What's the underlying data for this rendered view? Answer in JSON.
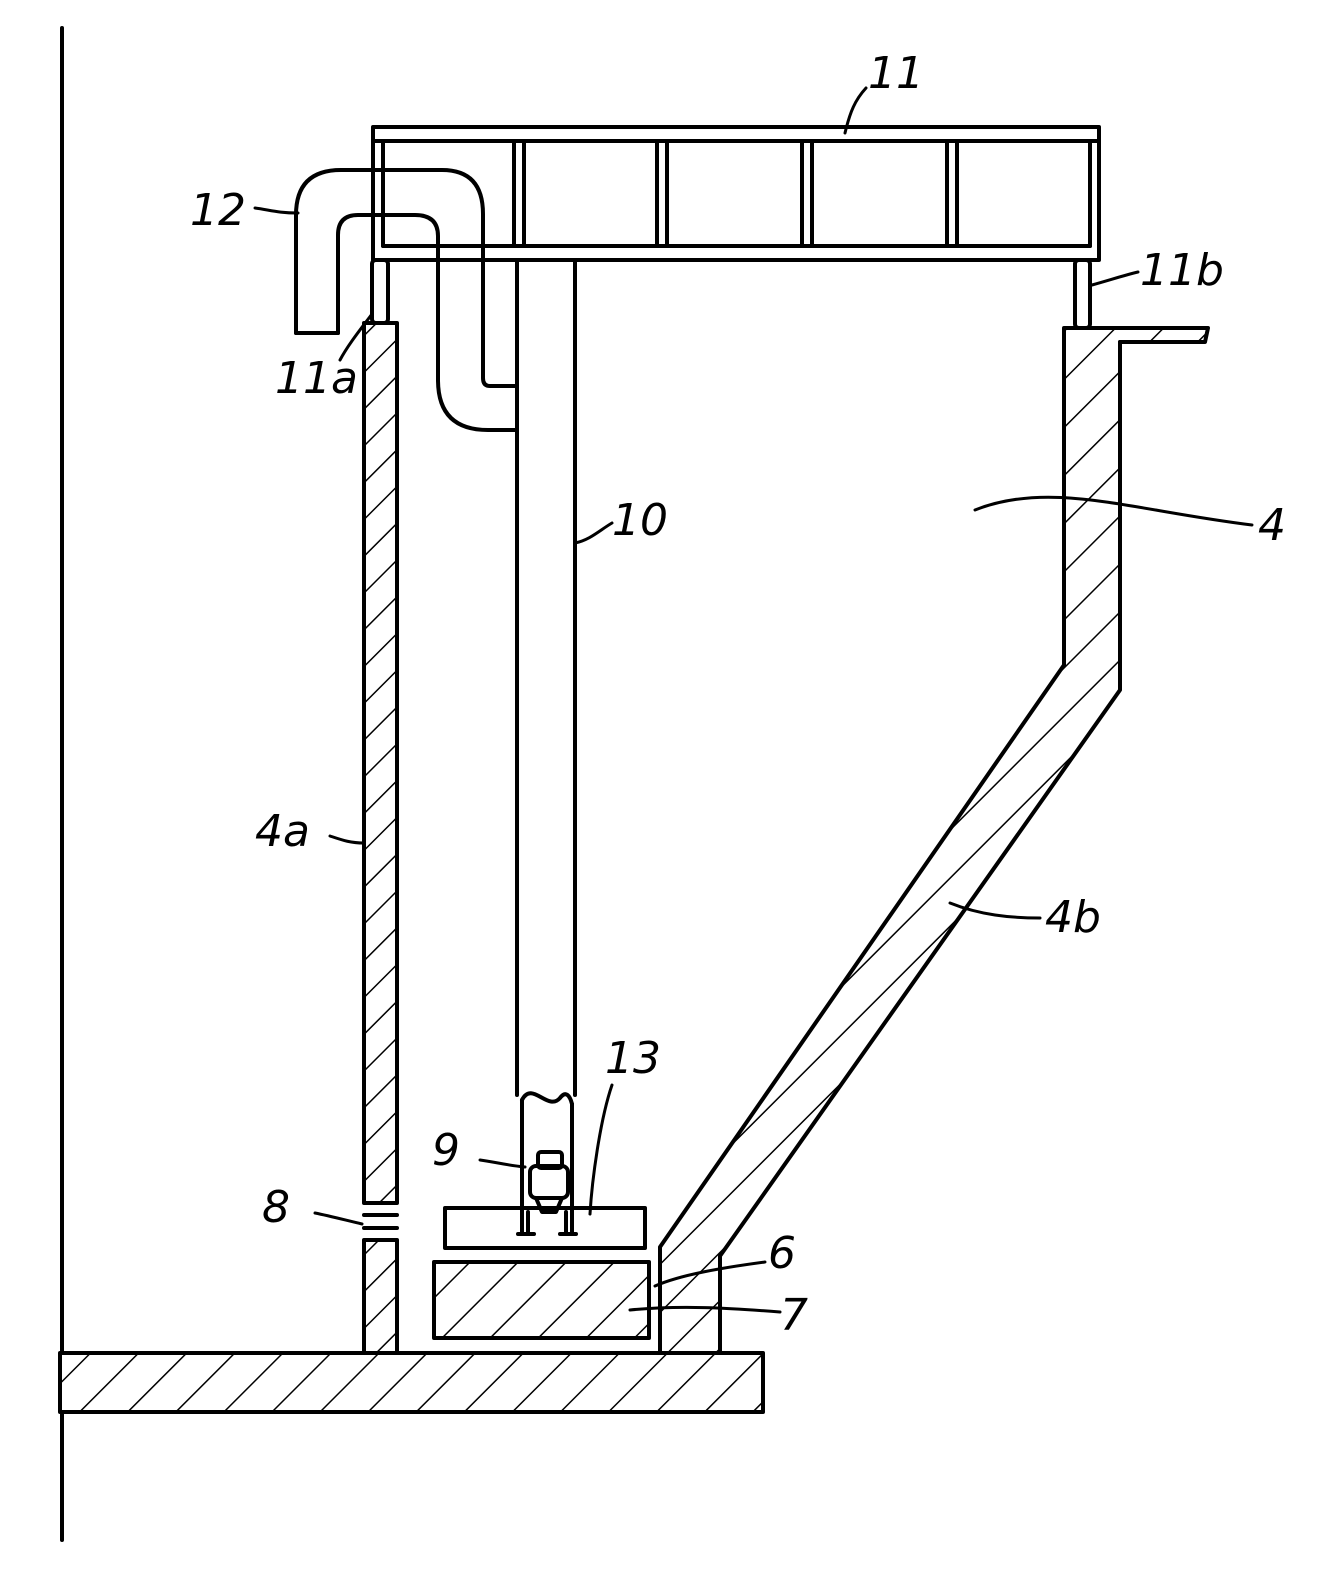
{
  "labels": {
    "l11": "11",
    "l12": "12",
    "l11a": "11a",
    "l11b": "11b",
    "l10": "10",
    "l4": "4",
    "l4a": "4a",
    "l4b": "4b",
    "l13": "13",
    "l9": "9",
    "l8": "8",
    "l6": "6",
    "l7": "7"
  },
  "colors": {
    "ink": "#000000",
    "paper": "#ffffff"
  }
}
